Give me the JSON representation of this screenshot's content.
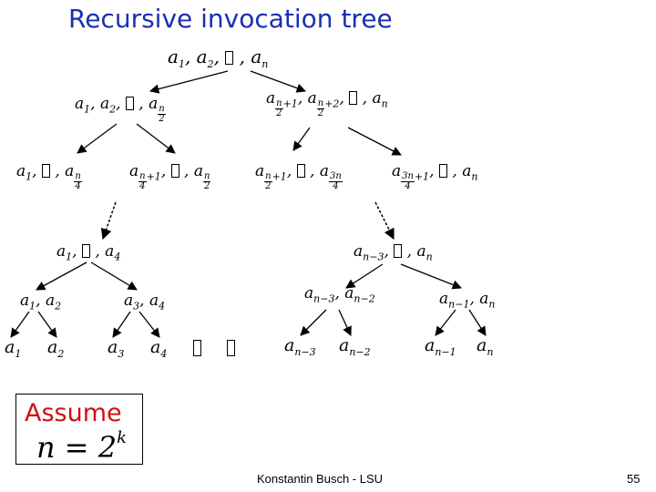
{
  "title": "Recursive invocation tree",
  "assume": {
    "label": "Assume",
    "formula_base": "n = 2",
    "formula_exp": "k"
  },
  "footer": {
    "author": "Konstantin Busch - LSU",
    "page": "55"
  }
}
